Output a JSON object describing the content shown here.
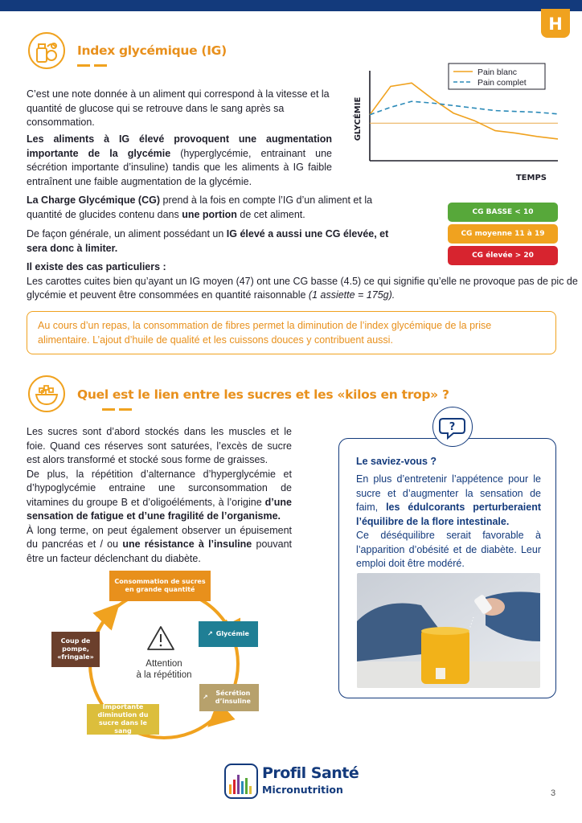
{
  "page": {
    "letter": "H",
    "number": "3"
  },
  "section1": {
    "title": "Index glycémique (IG)",
    "intro": "C’est une note donnée à un aliment qui correspond à la vitesse et la quantité de glucose qui se retrouve dans le sang après sa consommation.",
    "p2_bold": "Les aliments à IG élevé provoquent une augmentation importante de la glycémie",
    "p2_rest": " (hyperglycémie, entrainant une sécrétion importante d’insuline) tandis que les aliments à IG faible entraînent une faible augmentation de la glycémie.",
    "p3_bold1": "La Charge Glycémique (CG)",
    "p3_mid": " prend à la fois en compte l’IG d’un aliment et la quantité de glucides contenu dans ",
    "p3_bold2": "une portion",
    "p3_end": " de cet aliment.",
    "p4_start": "De façon générale, un aliment possédant un ",
    "p4_bold": "IG élevé a aussi une CG élevée, et sera donc à limiter.",
    "p5_bold": "Il existe des cas particuliers :",
    "p5_text": "Les carottes cuites bien qu’ayant un IG moyen (47) ont une CG basse (4.5) ce qui signifie qu’elle ne provoque pas de pic de glycémie et peuvent être consommées en quantité raisonnable ",
    "p5_italic": "(1 assiette = 175g).",
    "note": "Au cours d’un repas, la consommation de fibres permet la diminution de l’index glycémique de la prise alimentaire. L’ajout d’huile de qualité et les cuissons douces y contribuent aussi."
  },
  "cg_levels": [
    {
      "label": "CG BASSE < 10",
      "color": "#57a83a"
    },
    {
      "label": "CG moyenne 11 à 19",
      "color": "#f0a21f"
    },
    {
      "label": "CG élevée > 20",
      "color": "#d7242f"
    }
  ],
  "chart_data": {
    "type": "line",
    "title": "",
    "xlabel": "TEMPS",
    "ylabel": "GLYCÉMIE",
    "legend_position": "top-right",
    "grid": false,
    "x": [
      0,
      1,
      2,
      3,
      4,
      5,
      6,
      7,
      8,
      9
    ],
    "ylim": [
      0,
      100
    ],
    "baseline": 45,
    "series": [
      {
        "name": "Pain blanc",
        "color": "#f0a21f",
        "style": "solid",
        "values": [
          55,
          89,
          93,
          74,
          57,
          48,
          36,
          33,
          29,
          26
        ]
      },
      {
        "name": "Pain complet",
        "color": "#2b8ab8",
        "style": "dashed",
        "values": [
          55,
          64,
          71,
          69,
          66,
          63,
          60,
          59,
          58,
          56
        ]
      }
    ]
  },
  "section2": {
    "title": "Quel est le lien entre les sucres et les «kilos en trop» ?",
    "l1": "Les sucres sont d’abord stockés dans les muscles et le foie. Quand ces réserves sont saturées, l’excès de sucre est alors transformé et stocké sous forme de graisses.",
    "l2_start": "De plus, la répétition d’alternance d’hyperglycémie et d’hypoglycémie entraine une surconsommation de vitamines du groupe B et d’oligoéléments, à l’origine ",
    "l2_bold": "d’une sensation de fatigue et d’une fragilité de l’organisme.",
    "l3_start": "À long terme, on peut également observer un épuisement du pancréas et / ou ",
    "l3_bold": "une résistance à l’insuline",
    "l3_end": " pouvant être un facteur déclenchant du diabète."
  },
  "cycle": {
    "attention_line1": "Attention",
    "attention_line2": "à la répétition",
    "steps": [
      {
        "label": "Consommation de sucres en grande quantité",
        "color": "#e8901c"
      },
      {
        "label": "Glycémie",
        "color": "#1f7f95"
      },
      {
        "label": "Sécrétion d’insuline",
        "color": "#b7a16c"
      },
      {
        "label": "Importante diminution du sucre dans le sang",
        "color": "#dcbe3c"
      },
      {
        "label": "Coup de pompe, «fringale»",
        "color": "#6b3f2c"
      }
    ]
  },
  "info": {
    "title": "Le saviez-vous ?",
    "t1": "En plus d’entretenir l’appétence pour le sucre et d’augmenter la sensation de faim, ",
    "t_bold": "les édulcorants perturberaient l’équilibre de la flore intestinale.",
    "t2": "Ce déséquilibre serait favorable à l’apparition d’obésité et de diabète. Leur emploi doit être modéré."
  },
  "footer": {
    "brand_line1": "Profil Santé",
    "brand_line2": "Micronutrition"
  },
  "colors": {
    "navy": "#133a7c",
    "orange": "#f0a21f",
    "orange_text": "#e8901c"
  }
}
